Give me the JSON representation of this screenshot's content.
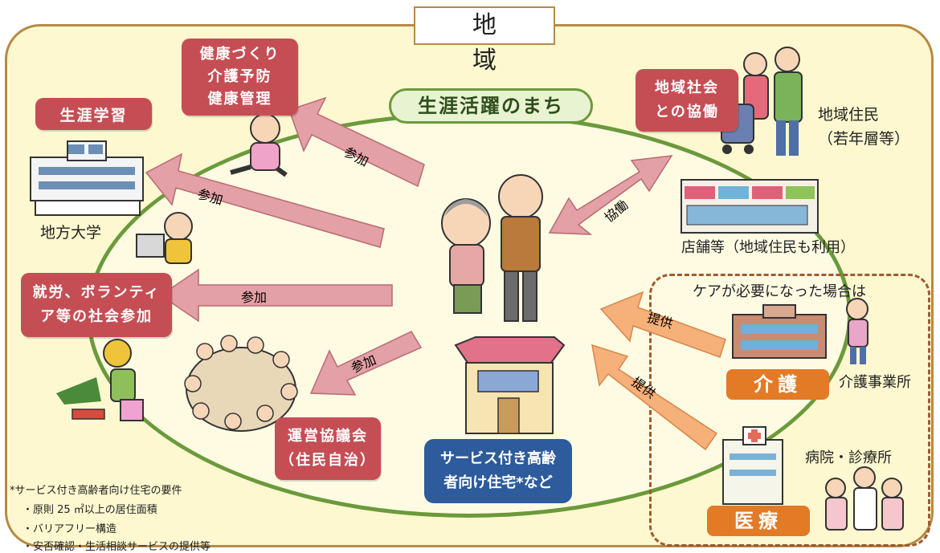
{
  "region_title": "地　域",
  "center_title": "生涯活躍のまち",
  "boxes": {
    "lifelong_learning": "生涯学習",
    "health": [
      "健康づくり",
      "介護予防",
      "健康管理"
    ],
    "community": [
      "地域社会",
      "との協働"
    ],
    "work": [
      "就労、ボランティ",
      "ア等の社会参加"
    ],
    "council": [
      "運営協議会",
      "（住民自治）"
    ],
    "housing": [
      "サービス付き高齢",
      "者向け住宅*など"
    ],
    "care": "介護",
    "medical": "医療"
  },
  "labels": {
    "university": "地方大学",
    "residents": [
      "地域住民",
      "（若年層等）"
    ],
    "stores": "店舗等（地域住民も利用）",
    "care_needed": "ケアが必要になった場合は",
    "care_office": "介護事業所",
    "hospital": "病院・診療所"
  },
  "arrows": {
    "participate_1": "参加",
    "participate_2": "参加",
    "participate_3": "参加",
    "participate_4": "参加",
    "collaborate": "協働",
    "provide_1": "提供",
    "provide_2": "提供"
  },
  "notes": [
    "*サービス付き高齢者向け住宅の要件",
    "・原則 25 ㎡以上の居住面積",
    "・バリアフリー構造",
    "・安否確認・生活相談サービスの提供等"
  ],
  "colors": {
    "red_box": "#c54e55",
    "blue_box": "#2d5b9b",
    "orange_box": "#e27a26",
    "pink_arrow": "#e3a0a6",
    "orange_arrow": "#f6b07a",
    "ellipse": "#6b9a3c"
  }
}
